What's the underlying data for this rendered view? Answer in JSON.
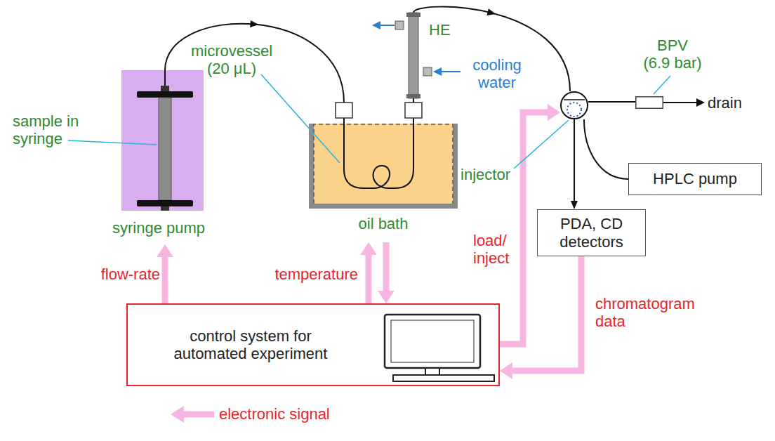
{
  "diagram": {
    "nodes": [
      {
        "text": [
          "syringe pump"
        ]
      },
      {
        "text": [
          "oil bath"
        ]
      },
      {
        "text": [
          "HE"
        ]
      },
      {
        "text": [
          "injector"
        ]
      },
      {
        "text": [
          "BPV (6.9 bar)"
        ]
      },
      {
        "text": [
          "HPLC pump"
        ]
      },
      {
        "text": [
          "PDA, CD detectors"
        ]
      },
      {
        "text": [
          "control system for automated experiment"
        ]
      }
    ],
    "edges": [
      {
        "from": 0,
        "to": 1,
        "arrow": "to"
      },
      {
        "from": 1,
        "to": 2,
        "arrow": "none"
      },
      {
        "from": 2,
        "to": 3,
        "arrow": "to"
      },
      {
        "from": 3,
        "to": 4,
        "arrow": "none"
      },
      {
        "from": 5,
        "to": 3,
        "arrow": "none"
      },
      {
        "from": 3,
        "to": 6,
        "arrow": "to"
      },
      {
        "from": 7,
        "to": 0,
        "label": "flow-rate",
        "arrow": "to"
      },
      {
        "from": 7,
        "to": 1,
        "label": "temperature",
        "arrow": "to"
      },
      {
        "from": 1,
        "to": 7,
        "arrow": "to"
      },
      {
        "from": 7,
        "to": 3,
        "label": "load/ inject",
        "arrow": "to"
      },
      {
        "from": 6,
        "to": 7,
        "label": "chromatogram data",
        "arrow": "to"
      }
    ],
    "labels": [
      "sample in syringe",
      "microvessel (20 μL)",
      "cooling water",
      "drain"
    ],
    "legend": [
      {
        "text": "electronic signal"
      }
    ]
  }
}
